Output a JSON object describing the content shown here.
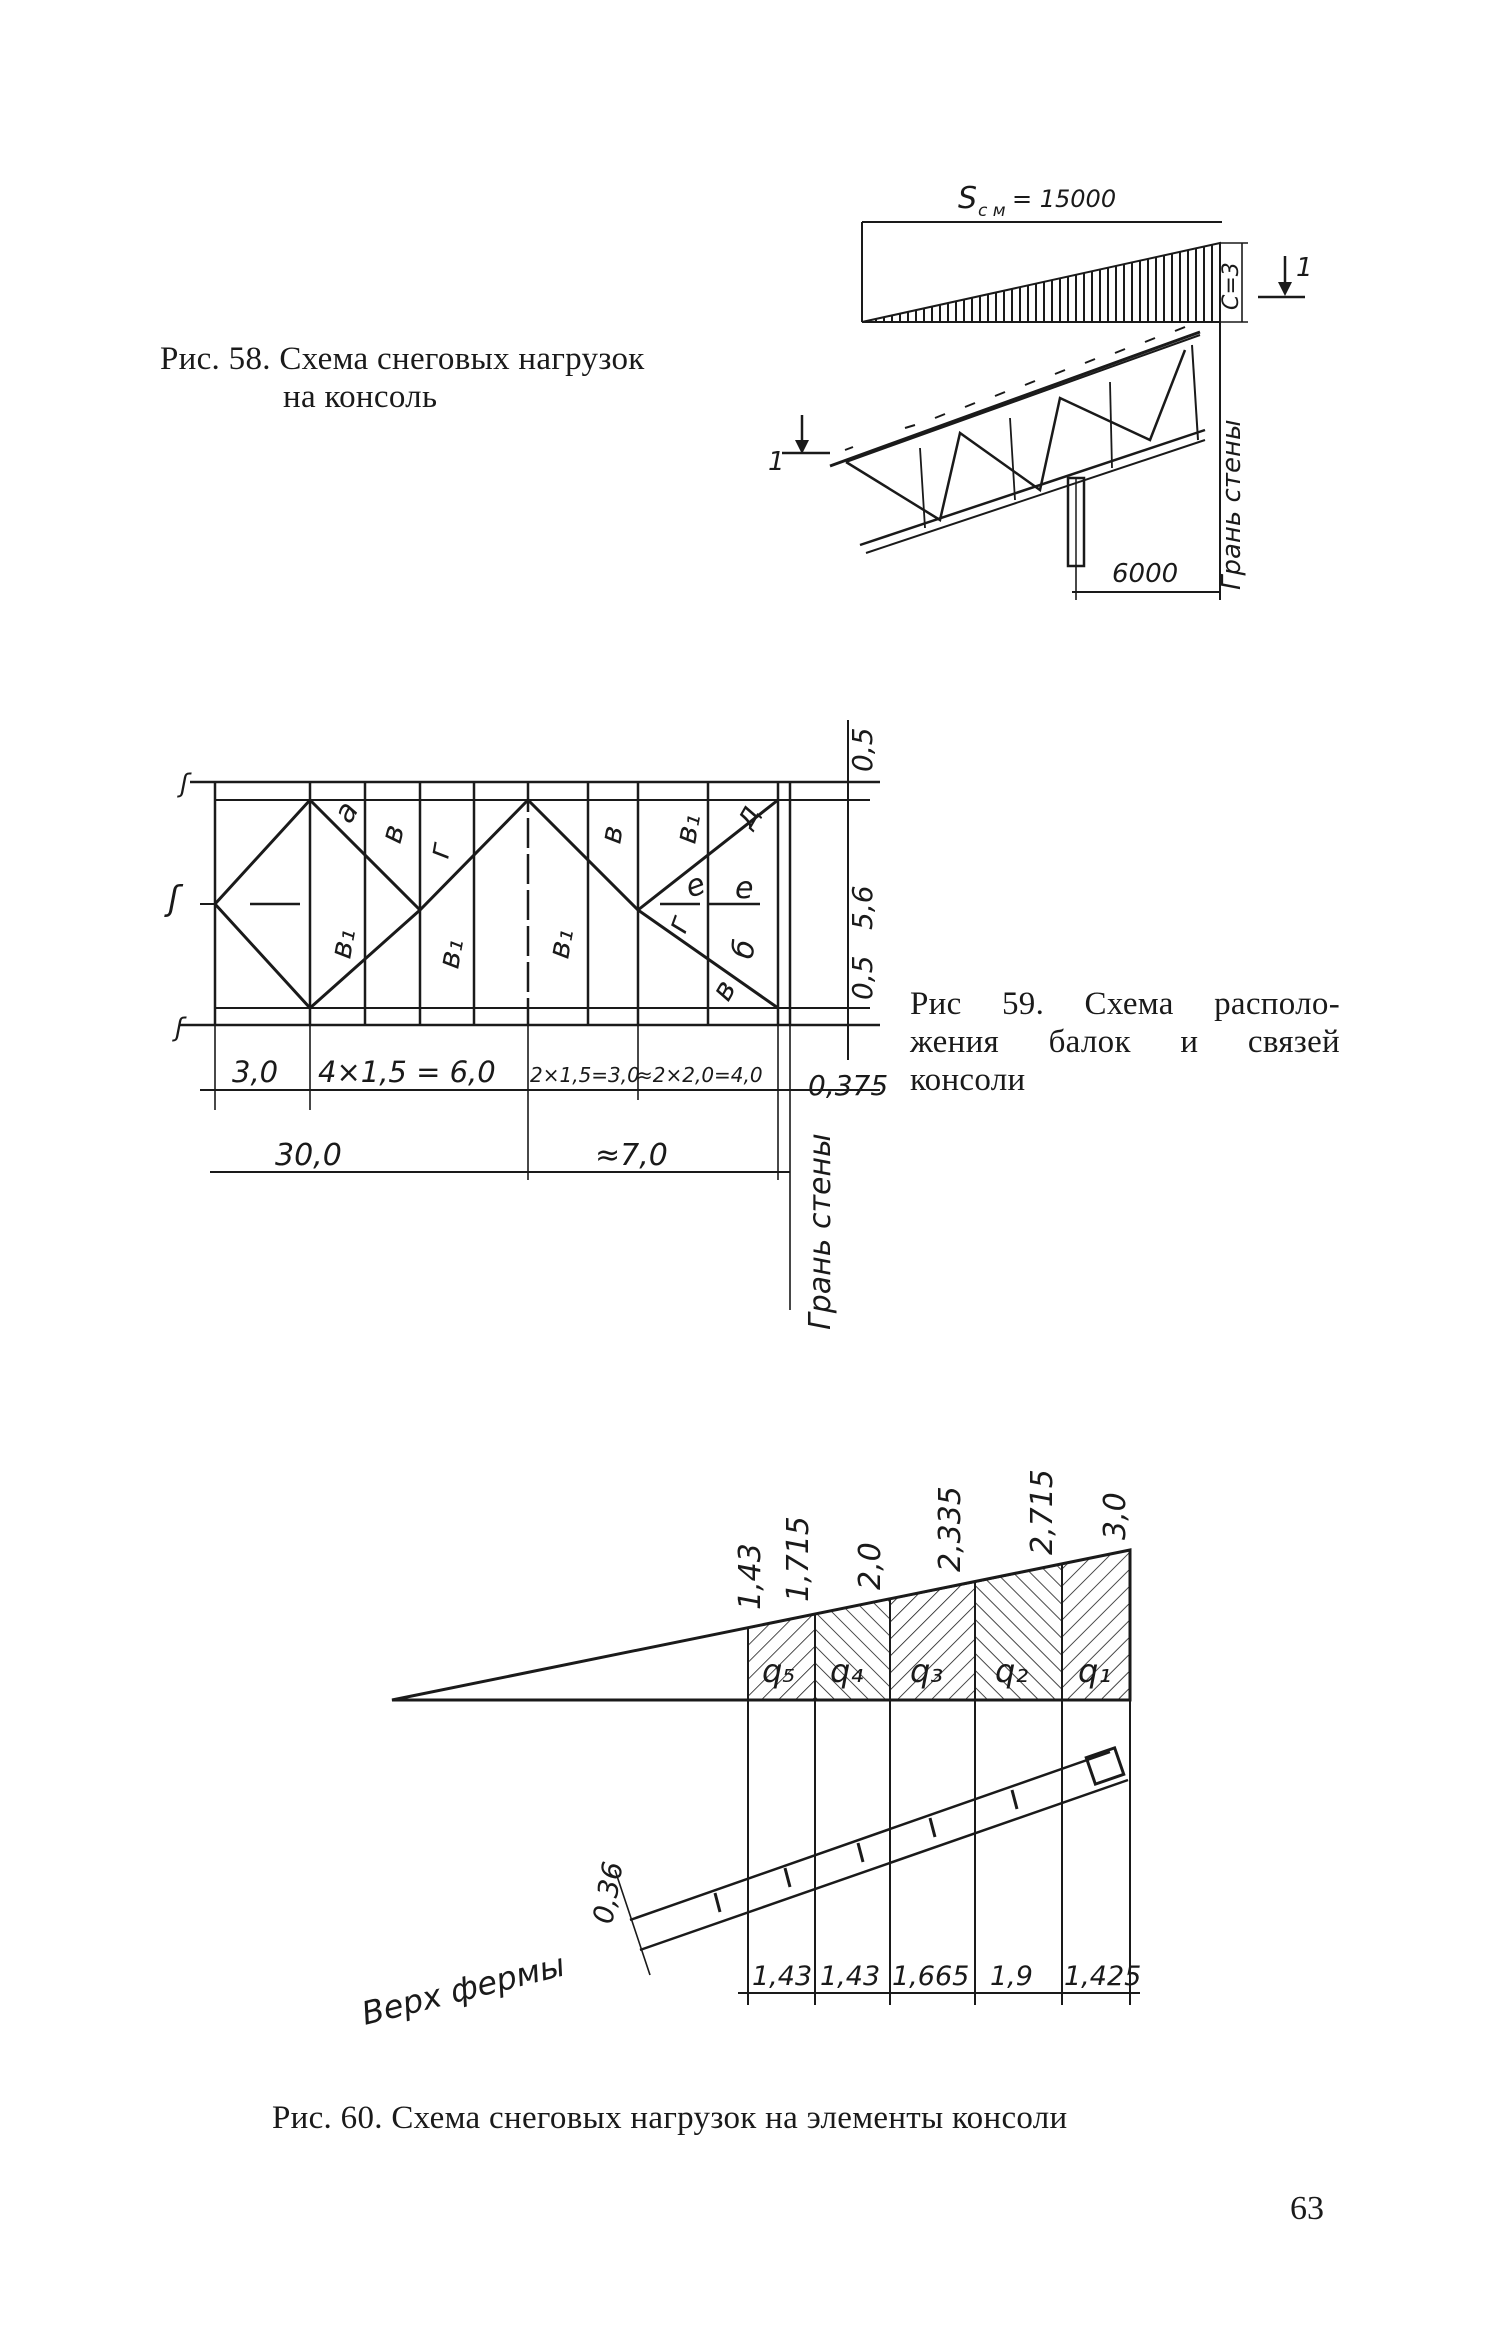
{
  "page_number": "63",
  "fig58": {
    "caption_line1": "Рис. 58. Схема снеговых нагрузок",
    "caption_line2": "на консоль",
    "load_label": "S",
    "load_sub": "с м",
    "load_value": "= 15000",
    "c_label": "C=3",
    "section_mark": "1",
    "dim_6000": "6000",
    "wall_label": "Грань стены"
  },
  "fig59": {
    "caption_line1": "Рис 59. Схема располо-",
    "caption_line2": "жения балок и связей",
    "caption_line3": "консоли",
    "dims_right": [
      "0,5",
      "5,6",
      "0,5"
    ],
    "dims_bottom": [
      "3,0",
      "4×1,5 = 6,0",
      "2×1,5=3,0",
      "≈2×2,0=4,0",
      "0,375"
    ],
    "dims_total": [
      "30,0",
      "≈7,0"
    ],
    "letters": [
      "а",
      "в",
      "в₁",
      "г",
      "в₁",
      "в₁",
      "в",
      "в₁",
      "д",
      "е",
      "е",
      "г",
      "б",
      "в"
    ],
    "wall_label": "Грань стены"
  },
  "fig60": {
    "caption": "Рис. 60. Схема снеговых нагрузок на элементы консоли",
    "top_values": [
      "1,43",
      "1,715",
      "2,0",
      "2,335",
      "2,715",
      "3,0"
    ],
    "zones": [
      "q₅",
      "q₄",
      "q₃",
      "q₂",
      "q₁"
    ],
    "bottom_dims": [
      "1,43",
      "1,43",
      "1,665",
      "1,9",
      "1,425"
    ],
    "left_dim": "0,36",
    "truss_top_label": "Верх фермы"
  }
}
